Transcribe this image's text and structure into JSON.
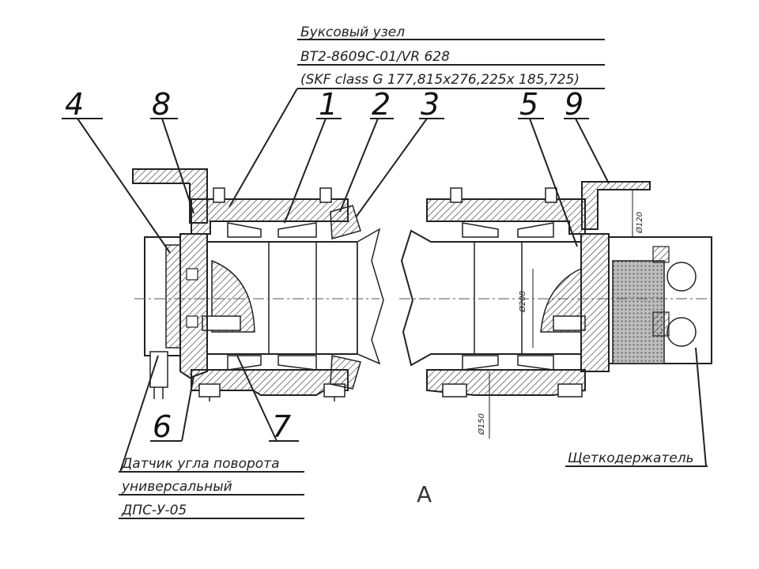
{
  "title_block": {
    "line1": "Буксовый узел",
    "line2": "BT2-8609C-01/VR 628",
    "line3": "(SKF class G 177,815x276,225x 185,725)"
  },
  "callouts": {
    "n1": "1",
    "n2": "2",
    "n3": "3",
    "n4": "4",
    "n5": "5",
    "n6": "6",
    "n7": "7",
    "n8": "8",
    "n9": "9"
  },
  "sensor_label": {
    "line1": "Датчик угла поворота",
    "line2": "универсальный",
    "line3": "ДПС-У-05"
  },
  "holder_label": "Щеткодержатель",
  "view_label": "А",
  "dims": {
    "d1": "Ø208",
    "d2": "Ø150",
    "d3": "Ø120"
  },
  "colors": {
    "ink": "#1a1a1a",
    "hatch": "#555555",
    "paper": "#ffffff"
  }
}
